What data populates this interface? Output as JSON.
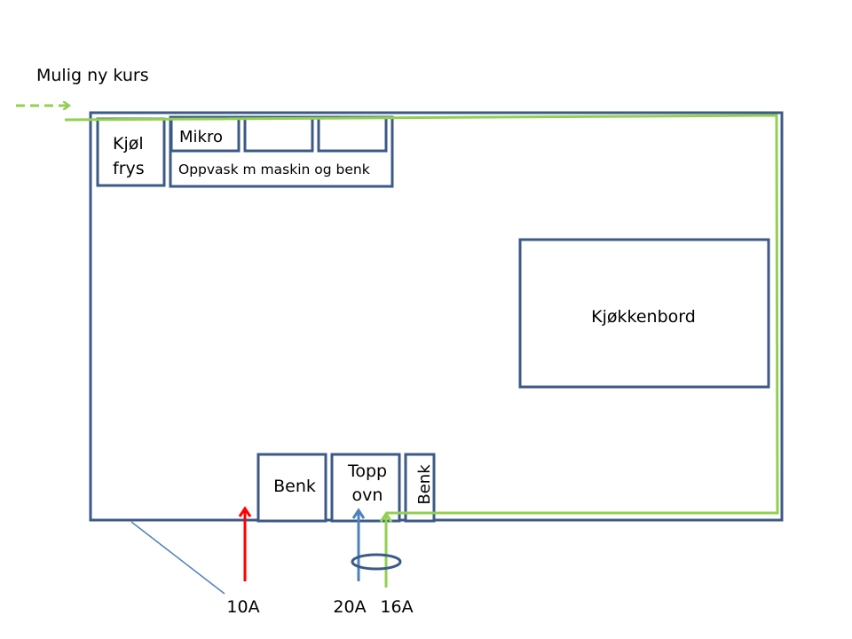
{
  "colors": {
    "outline": "#3C5A87",
    "green": "#92D050",
    "red": "#FF0000",
    "blue": "#4F81BD",
    "text": "#000000"
  },
  "labels": {
    "new_circuit": "Mulig ny kurs",
    "fridge": [
      "Kjøl",
      "frys"
    ],
    "micro": "Mikro",
    "dishwash": "Oppvask m maskin og benk",
    "table": "Kjøkkenbord",
    "bench1": "Benk",
    "stove": [
      "Topp",
      "ovn"
    ],
    "bench2": "Benk",
    "c10": "10A",
    "c20": "20A",
    "c16": "16A"
  }
}
